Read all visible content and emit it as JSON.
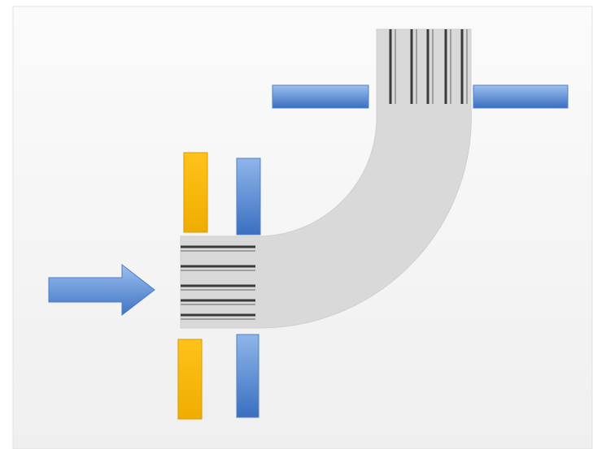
{
  "diagram": {
    "description_free": true,
    "colors": {
      "background": "#f4f4f4",
      "frame_border": "#dcdcdc",
      "bend_fill": "#d9d9d9",
      "bend_edge": "#cfcfcf",
      "magnet_blue_light": "#8fb6ea",
      "magnet_blue_dark": "#3a6fc0",
      "magnet_orange_light": "#ffc21a",
      "magnet_orange_dark": "#e2a200",
      "arrow_light": "#93b8ec",
      "arrow_dark": "#3f73c4",
      "beam_line": "#3c3c3c"
    },
    "icons": [
      "beam-direction-arrow"
    ],
    "beamlines_entry_count": 5,
    "beamlines_exit_count": 5
  }
}
